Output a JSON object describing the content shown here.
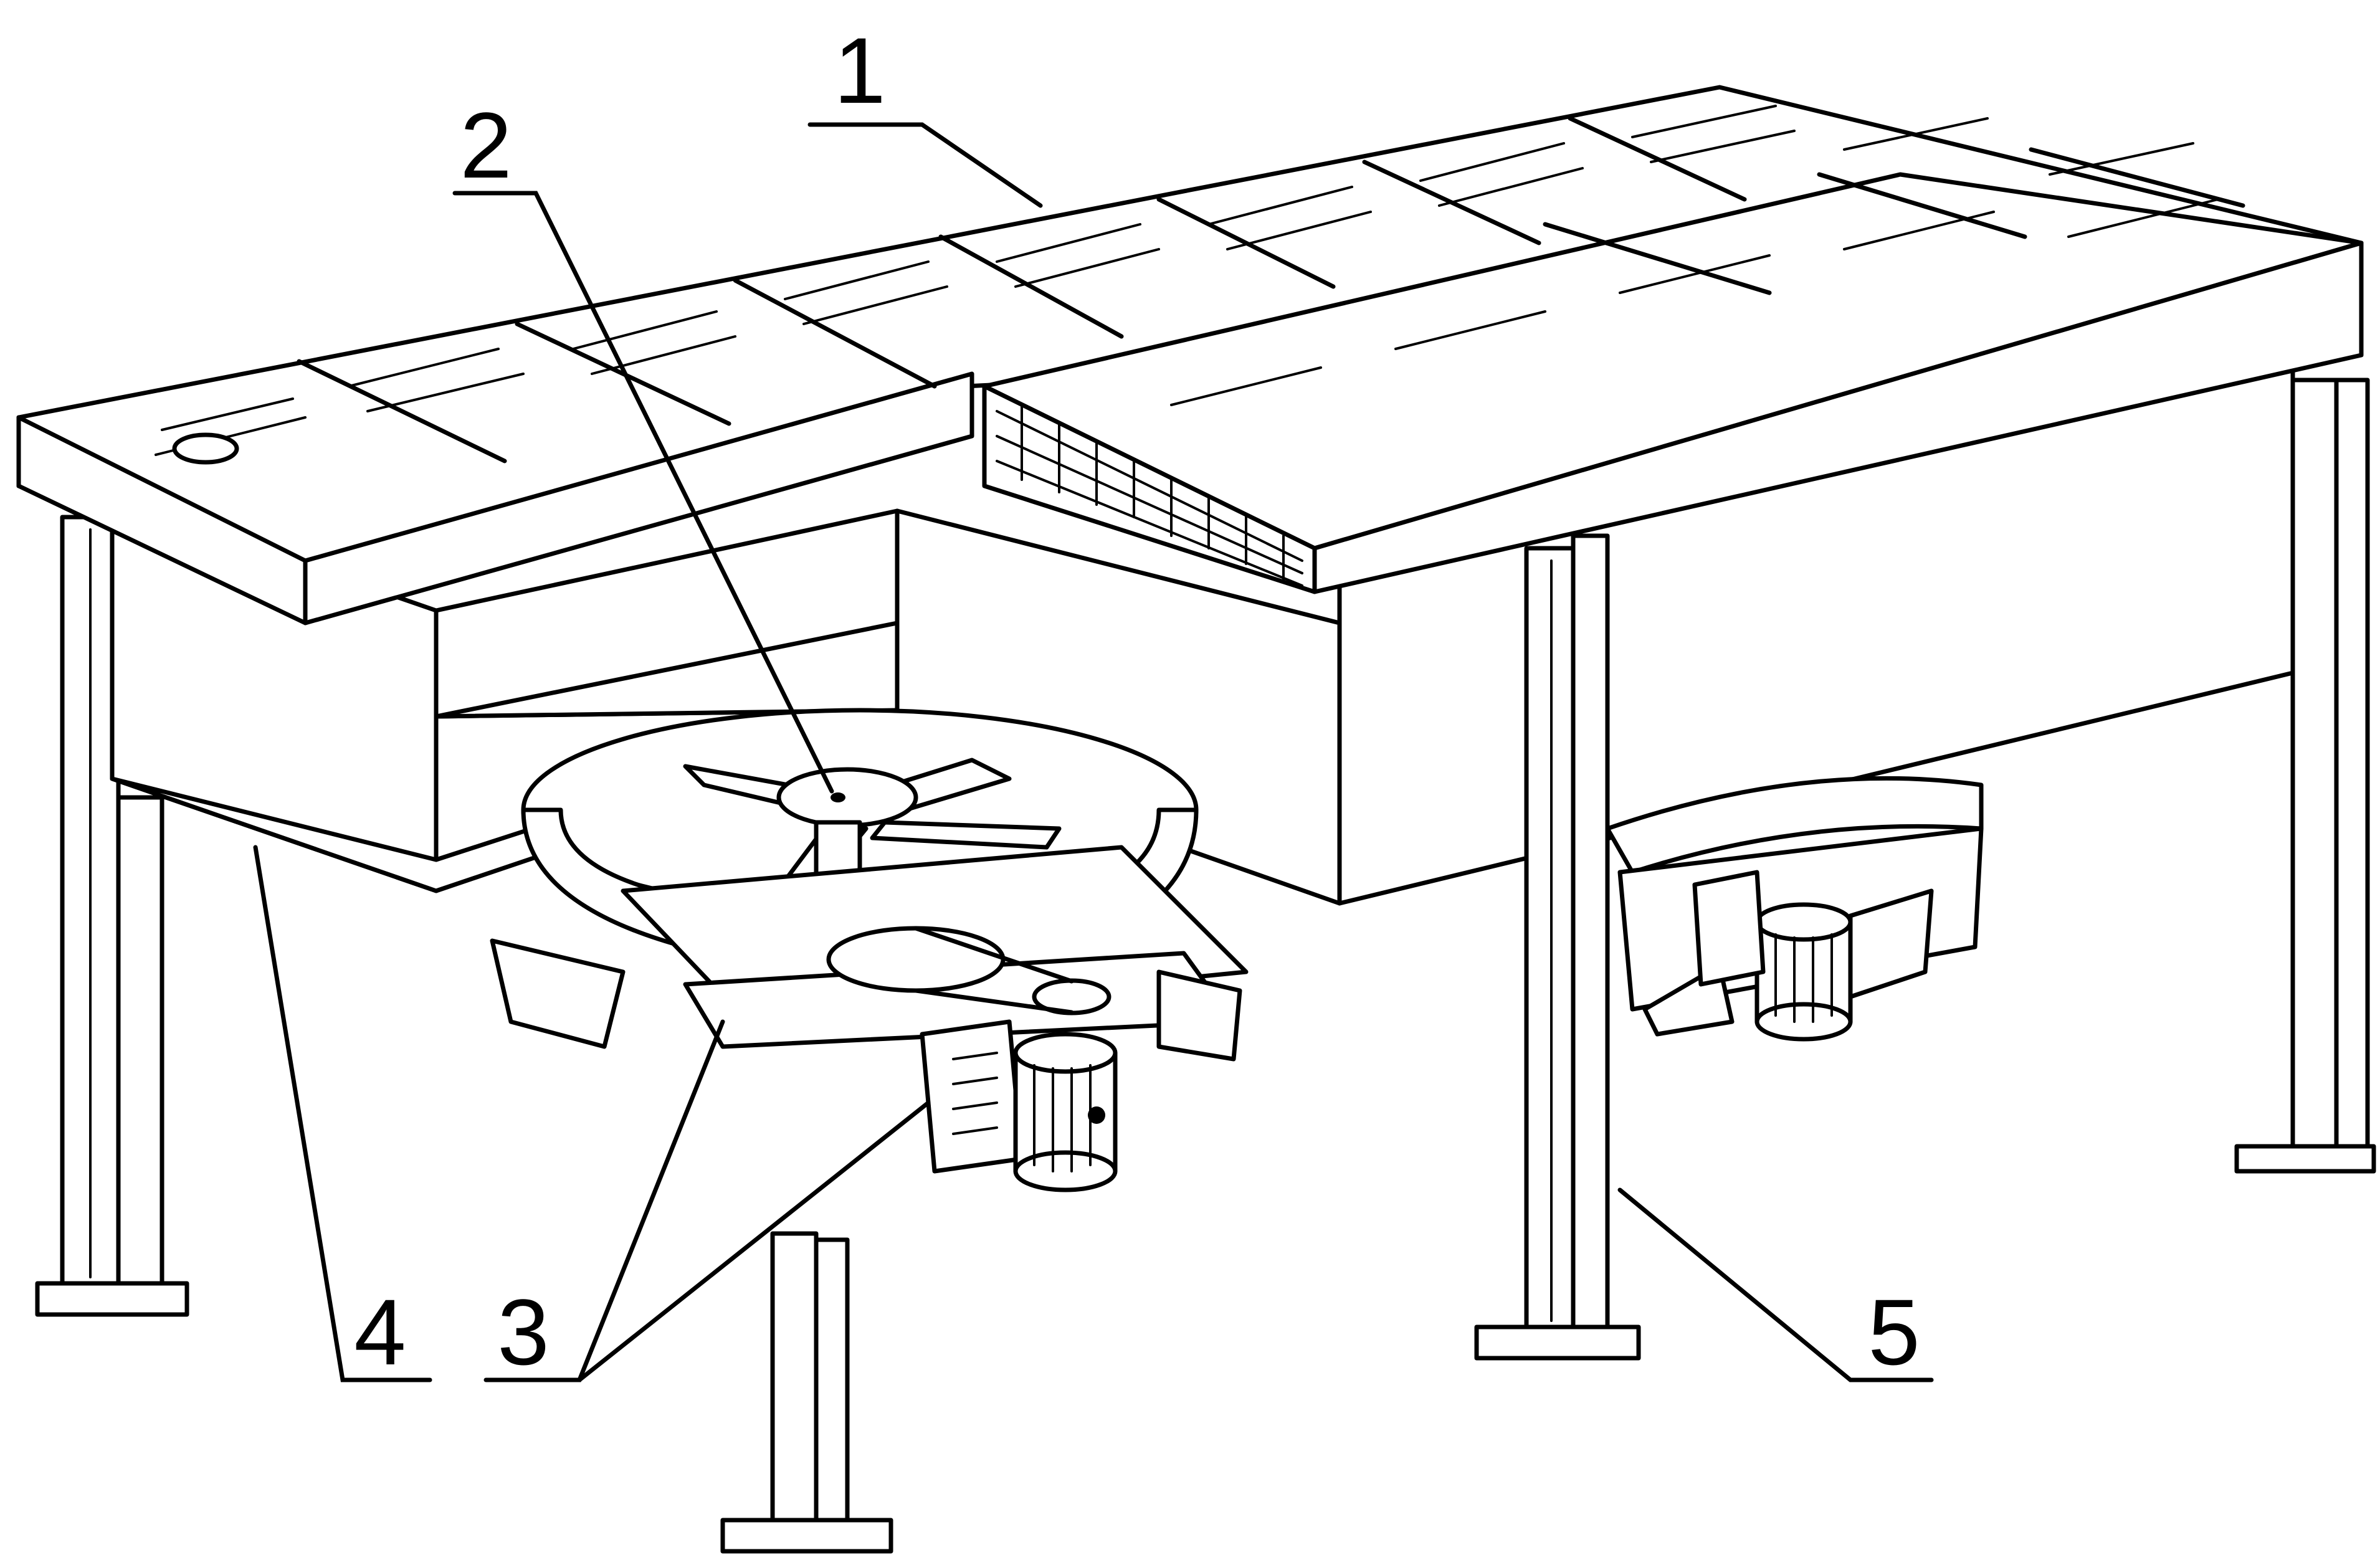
{
  "diagram": {
    "labels": [
      {
        "id": "1",
        "text": "1"
      },
      {
        "id": "2",
        "text": "2"
      },
      {
        "id": "3",
        "text": "3"
      },
      {
        "id": "4",
        "text": "4"
      },
      {
        "id": "5",
        "text": "5"
      }
    ]
  },
  "colors": {
    "line": "#000000",
    "background": "#ffffff"
  }
}
